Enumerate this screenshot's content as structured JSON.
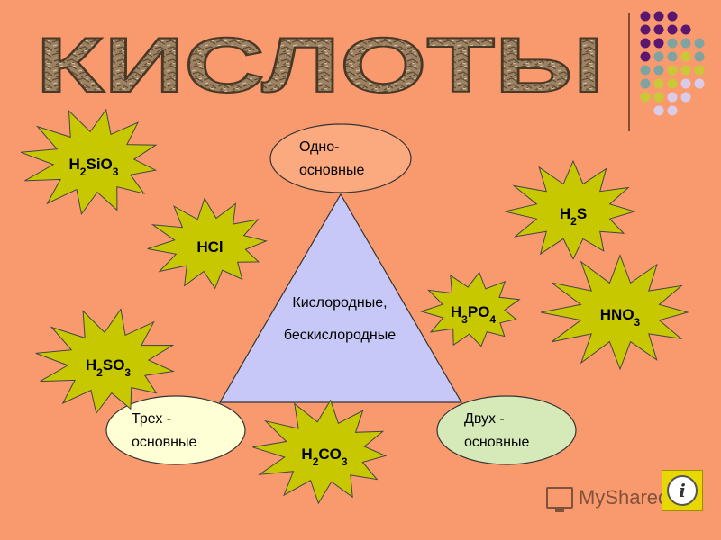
{
  "title": "КИСЛОТЫ",
  "center": {
    "line1": "Кислородные,",
    "line2": "бескислородные"
  },
  "ellipses": {
    "mono": {
      "line1": "Одно-",
      "line2": "основные"
    },
    "di": {
      "line1": "Двух -",
      "line2": "основные"
    },
    "tri": {
      "line1": "Трех -",
      "line2": "основные"
    }
  },
  "acids": {
    "h2sio3": {
      "base1": "H",
      "sub1": "2",
      "base2": "SiO",
      "sub2": "3"
    },
    "hcl": {
      "base1": "HCl"
    },
    "h2so3": {
      "base1": "H",
      "sub1": "2",
      "base2": "SO",
      "sub2": "3"
    },
    "h2co3": {
      "base1": "H",
      "sub1": "2",
      "base2": "CO",
      "sub2": "3"
    },
    "h3po4": {
      "base1": "H",
      "sub1": "3",
      "base2": "PO",
      "sub2": "4"
    },
    "h2s": {
      "base1": "H",
      "sub1": "2",
      "base2": "S"
    },
    "hno3": {
      "base1": "HNO",
      "sub1": "3"
    }
  },
  "watermark": {
    "text": "MyShared"
  },
  "colors": {
    "background": "#F99A6E",
    "triangle": "#C8C8F8",
    "starburst": "#C8C800",
    "ellipse_mono": "#FBA97E",
    "ellipse_di": "#D6E9B8",
    "ellipse_tri": "#FFFFD6",
    "dot_purple": "#5B1670",
    "dot_teal": "#7FA3A0",
    "dot_yellow": "#C9C836",
    "dot_lilac": "#D9CCE8"
  }
}
